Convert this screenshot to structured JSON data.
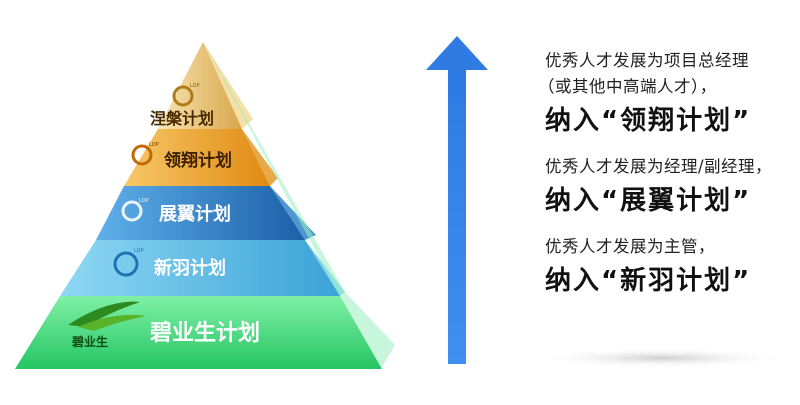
{
  "pyramid": {
    "tiers": [
      {
        "label": "涅槃计划",
        "logo_text": "LDP",
        "color": "#e8b34a"
      },
      {
        "label": "领翔计划",
        "logo_text": "LDP",
        "color": "#f1a21e"
      },
      {
        "label": "展翼计划",
        "logo_text": "LDP",
        "color": "#2d83c9"
      },
      {
        "label": "新羽计划",
        "logo_text": "LDP",
        "color": "#57b8e2"
      },
      {
        "label": "碧业生计划",
        "logo_text": "碧业生",
        "color": "#36d26e"
      }
    ]
  },
  "arrow": {
    "color": "#2f7fe6"
  },
  "descriptions": [
    {
      "line1": "优秀人才发展为项目总经理",
      "line2": "（或其他中高端人才），",
      "plan": "纳入“领翔计划”"
    },
    {
      "line1": "优秀人才发展为经理/副经理，",
      "plan": "纳入“展翼计划”"
    },
    {
      "line1": "优秀人才发展为主管，",
      "plan": "纳入“新羽计划”"
    }
  ]
}
